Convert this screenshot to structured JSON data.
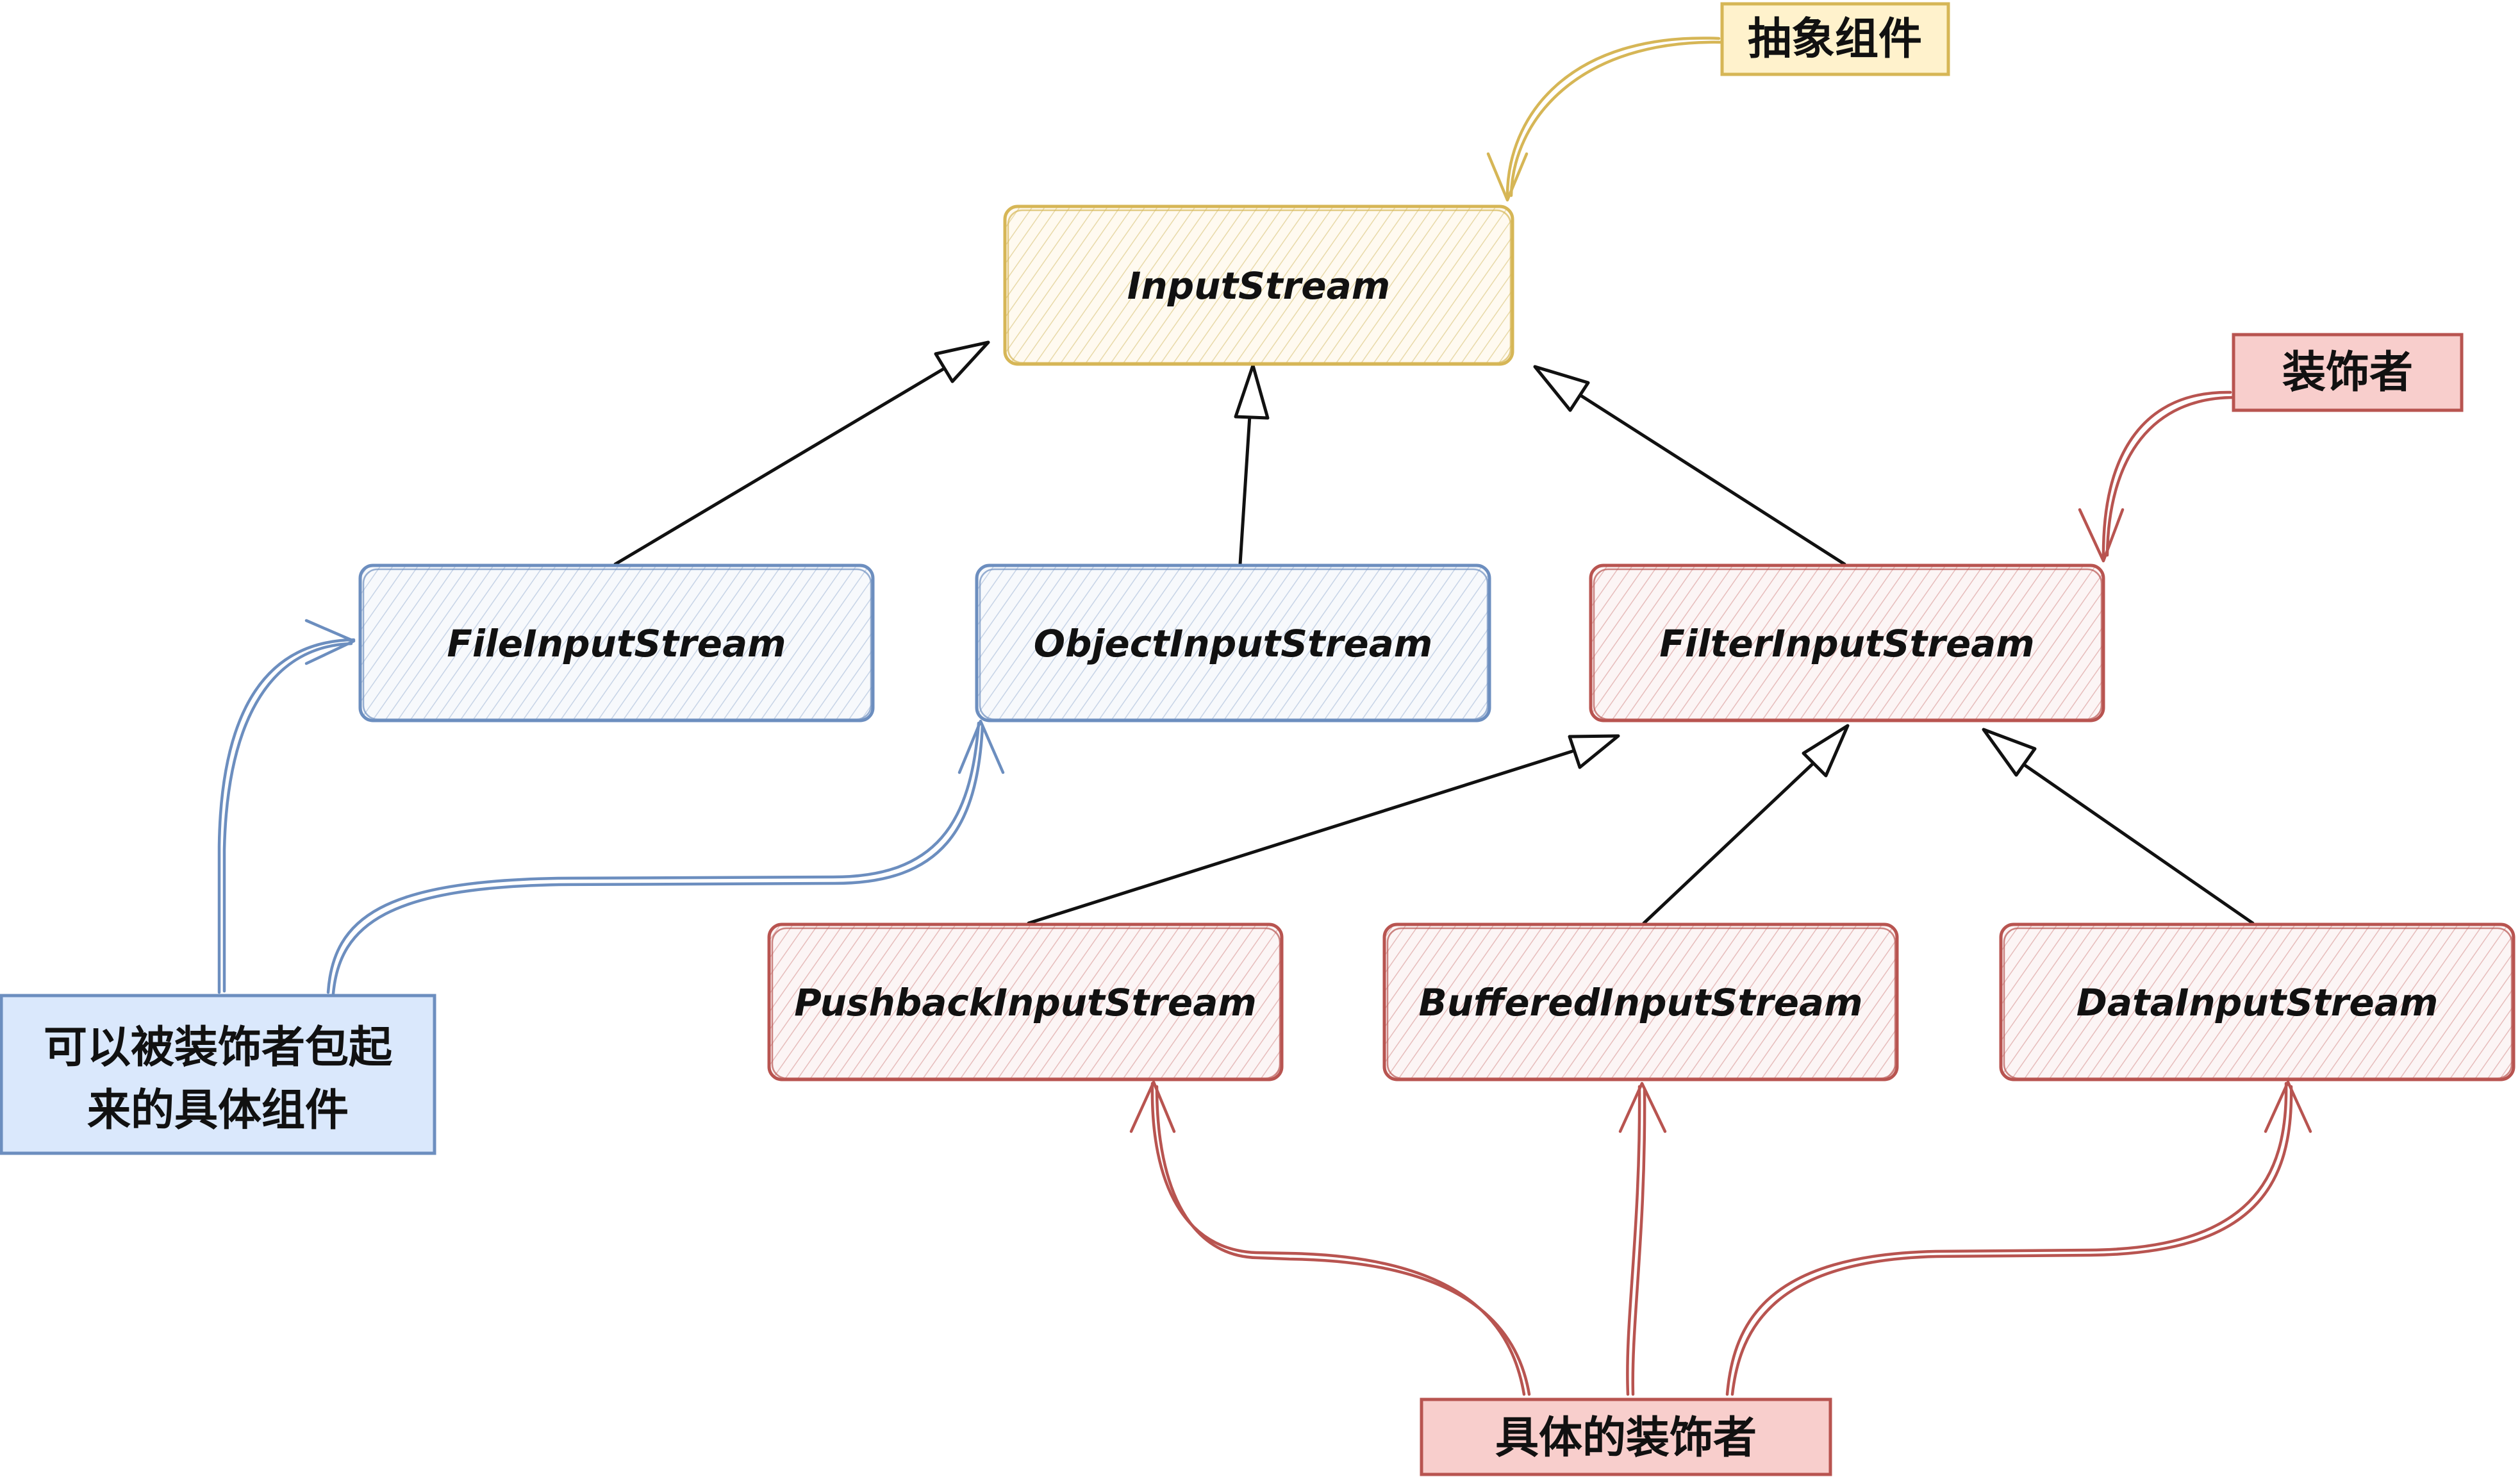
{
  "colors": {
    "abstract_fill": "#fff2cc",
    "abstract_stroke": "#d6b656",
    "concrete_fill": "#dae8fc",
    "concrete_stroke": "#6c8ebf",
    "decorator_fill": "#f8cecc",
    "decorator_stroke": "#b85450",
    "edge": "#111111"
  },
  "nodes": {
    "input_stream": "InputStream",
    "file_input_stream": "FileInputStream",
    "object_input_stream": "ObjectInputStream",
    "filter_input_stream": "FilterInputStream",
    "pushback_input_stream": "PushbackInputStream",
    "buffered_input_stream": "BufferedInputStream",
    "data_input_stream": "DataInputStream"
  },
  "notes": {
    "abstract_component": "抽象组件",
    "decorator": "装饰者",
    "concrete_component_line1": "可以被装饰者包起",
    "concrete_component_line2": "来的具体组件",
    "concrete_decorator": "具体的装饰者"
  }
}
